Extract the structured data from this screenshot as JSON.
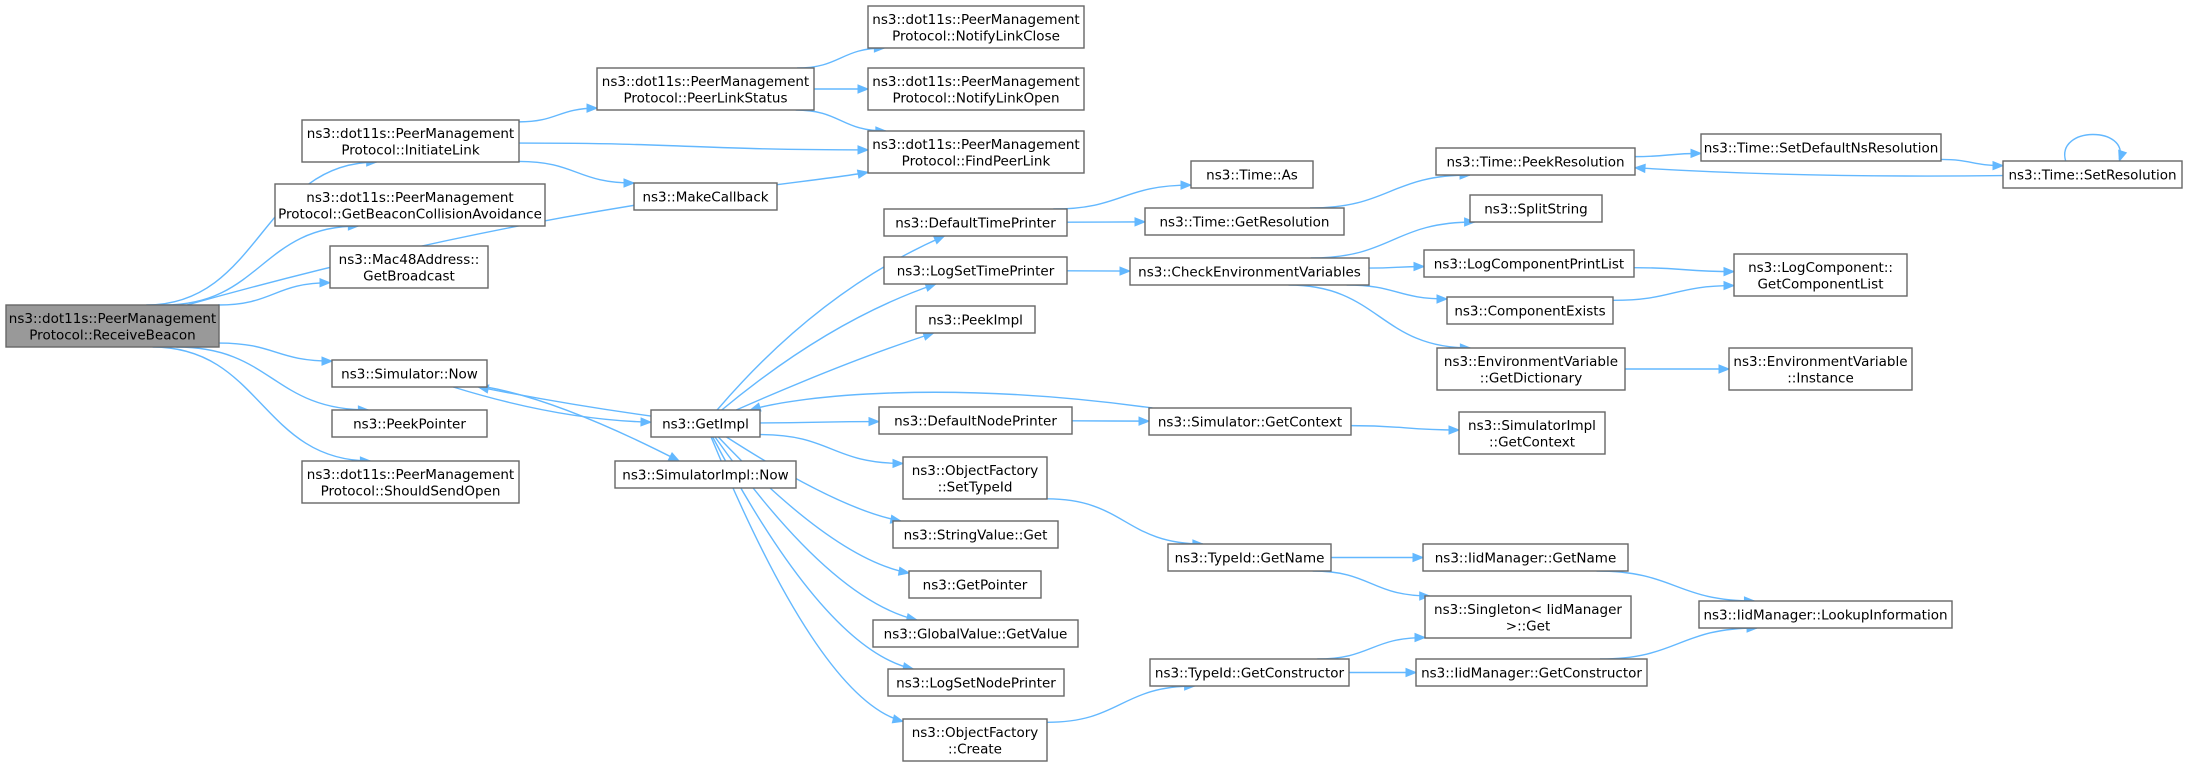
{
  "colors": {
    "edge": "#63b8ff",
    "node_border": "#666666",
    "node_fill": "#ffffff",
    "root_fill": "#999999"
  },
  "nodes": [
    {
      "id": "root",
      "lines": [
        "ns3::dot11s::PeerManagement",
        "Protocol::ReceiveBeacon"
      ],
      "root": true
    },
    {
      "id": "initiateLink",
      "lines": [
        "ns3::dot11s::PeerManagement",
        "Protocol::InitiateLink"
      ]
    },
    {
      "id": "getBeaconCollision",
      "lines": [
        "ns3::dot11s::PeerManagement",
        "Protocol::GetBeaconCollisionAvoidance"
      ]
    },
    {
      "id": "getBroadcast",
      "lines": [
        "ns3::Mac48Address::",
        "GetBroadcast"
      ]
    },
    {
      "id": "simNow",
      "lines": [
        "ns3::Simulator::Now"
      ]
    },
    {
      "id": "peekPointer",
      "lines": [
        "ns3::PeekPointer"
      ]
    },
    {
      "id": "shouldSendOpen",
      "lines": [
        "ns3::dot11s::PeerManagement",
        "Protocol::ShouldSendOpen"
      ]
    },
    {
      "id": "peerLinkStatus",
      "lines": [
        "ns3::dot11s::PeerManagement",
        "Protocol::PeerLinkStatus"
      ]
    },
    {
      "id": "makeCallback",
      "lines": [
        "ns3::MakeCallback"
      ]
    },
    {
      "id": "findPeerLink",
      "lines": [
        "ns3::dot11s::PeerManagement",
        "Protocol::FindPeerLink"
      ]
    },
    {
      "id": "notifyClose",
      "lines": [
        "ns3::dot11s::PeerManagement",
        "Protocol::NotifyLinkClose"
      ]
    },
    {
      "id": "notifyOpen",
      "lines": [
        "ns3::dot11s::PeerManagement",
        "Protocol::NotifyLinkOpen"
      ]
    },
    {
      "id": "getImpl",
      "lines": [
        "ns3::GetImpl"
      ]
    },
    {
      "id": "simImplNow",
      "lines": [
        "ns3::SimulatorImpl::Now"
      ]
    },
    {
      "id": "defaultTimePrinter",
      "lines": [
        "ns3::DefaultTimePrinter"
      ]
    },
    {
      "id": "logSetTimePrinter",
      "lines": [
        "ns3::LogSetTimePrinter"
      ]
    },
    {
      "id": "peekImpl",
      "lines": [
        "ns3::PeekImpl"
      ]
    },
    {
      "id": "defaultNodePrinter",
      "lines": [
        "ns3::DefaultNodePrinter"
      ]
    },
    {
      "id": "ofSetTypeId",
      "lines": [
        "ns3::ObjectFactory",
        "::SetTypeId"
      ]
    },
    {
      "id": "stringValueGet",
      "lines": [
        "ns3::StringValue::Get"
      ]
    },
    {
      "id": "getPointer",
      "lines": [
        "ns3::GetPointer"
      ]
    },
    {
      "id": "globalValueGetValue",
      "lines": [
        "ns3::GlobalValue::GetValue"
      ]
    },
    {
      "id": "logSetNodePrinter",
      "lines": [
        "ns3::LogSetNodePrinter"
      ]
    },
    {
      "id": "ofCreate",
      "lines": [
        "ns3::ObjectFactory",
        "::Create"
      ]
    },
    {
      "id": "timeAs",
      "lines": [
        "ns3::Time::As"
      ]
    },
    {
      "id": "timeGetResolution",
      "lines": [
        "ns3::Time::GetResolution"
      ]
    },
    {
      "id": "checkEnv",
      "lines": [
        "ns3::CheckEnvironmentVariables"
      ]
    },
    {
      "id": "simGetContext",
      "lines": [
        "ns3::Simulator::GetContext"
      ]
    },
    {
      "id": "typeIdGetName",
      "lines": [
        "ns3::TypeId::GetName"
      ]
    },
    {
      "id": "typeIdGetConstructor",
      "lines": [
        "ns3::TypeId::GetConstructor"
      ]
    },
    {
      "id": "timePeekResolution",
      "lines": [
        "ns3::Time::PeekResolution"
      ]
    },
    {
      "id": "splitString",
      "lines": [
        "ns3::SplitString"
      ]
    },
    {
      "id": "logComponentPrintList",
      "lines": [
        "ns3::LogComponentPrintList"
      ]
    },
    {
      "id": "componentExists",
      "lines": [
        "ns3::ComponentExists"
      ]
    },
    {
      "id": "envGetDictionary",
      "lines": [
        "ns3::EnvironmentVariable",
        "::GetDictionary"
      ]
    },
    {
      "id": "simImplGetContext",
      "lines": [
        "ns3::SimulatorImpl",
        "::GetContext"
      ]
    },
    {
      "id": "iidGetName",
      "lines": [
        "ns3::IidManager::GetName"
      ]
    },
    {
      "id": "singletonGet",
      "lines": [
        "ns3::Singleton< IidManager",
        " >::Get"
      ]
    },
    {
      "id": "iidGetConstructor",
      "lines": [
        "ns3::IidManager::GetConstructor"
      ]
    },
    {
      "id": "timeSetDefaultNs",
      "lines": [
        "ns3::Time::SetDefaultNsResolution"
      ]
    },
    {
      "id": "logComponentGetList",
      "lines": [
        "ns3::LogComponent::",
        "GetComponentList"
      ]
    },
    {
      "id": "envInstance",
      "lines": [
        "ns3::EnvironmentVariable",
        "::Instance"
      ]
    },
    {
      "id": "iidLookup",
      "lines": [
        "ns3::IidManager::LookupInformation"
      ]
    },
    {
      "id": "timeSetResolution",
      "lines": [
        "ns3::Time::SetResolution"
      ]
    }
  ],
  "edges": [
    [
      "root",
      "initiateLink"
    ],
    [
      "root",
      "getBeaconCollision"
    ],
    [
      "root",
      "getBroadcast"
    ],
    [
      "root",
      "findPeerLink"
    ],
    [
      "root",
      "simNow"
    ],
    [
      "root",
      "peekPointer"
    ],
    [
      "root",
      "shouldSendOpen"
    ],
    [
      "initiateLink",
      "peerLinkStatus"
    ],
    [
      "initiateLink",
      "findPeerLink"
    ],
    [
      "initiateLink",
      "makeCallback"
    ],
    [
      "peerLinkStatus",
      "notifyClose"
    ],
    [
      "peerLinkStatus",
      "notifyOpen"
    ],
    [
      "peerLinkStatus",
      "findPeerLink"
    ],
    [
      "simNow",
      "getImpl"
    ],
    [
      "simNow",
      "simImplNow"
    ],
    [
      "getImpl",
      "defaultTimePrinter"
    ],
    [
      "getImpl",
      "logSetTimePrinter"
    ],
    [
      "getImpl",
      "peekImpl"
    ],
    [
      "getImpl",
      "defaultNodePrinter"
    ],
    [
      "getImpl",
      "ofSetTypeId"
    ],
    [
      "getImpl",
      "stringValueGet"
    ],
    [
      "getImpl",
      "getPointer"
    ],
    [
      "getImpl",
      "globalValueGetValue"
    ],
    [
      "getImpl",
      "logSetNodePrinter"
    ],
    [
      "getImpl",
      "ofCreate"
    ],
    [
      "getImpl",
      "simNow"
    ],
    [
      "simGetContext",
      "getImpl"
    ],
    [
      "defaultTimePrinter",
      "timeAs"
    ],
    [
      "defaultTimePrinter",
      "timeGetResolution"
    ],
    [
      "logSetTimePrinter",
      "checkEnv"
    ],
    [
      "defaultNodePrinter",
      "simGetContext"
    ],
    [
      "simGetContext",
      "simImplGetContext"
    ],
    [
      "ofSetTypeId",
      "typeIdGetName"
    ],
    [
      "ofCreate",
      "typeIdGetConstructor"
    ],
    [
      "timeGetResolution",
      "timePeekResolution"
    ],
    [
      "checkEnv",
      "splitString"
    ],
    [
      "checkEnv",
      "logComponentPrintList"
    ],
    [
      "checkEnv",
      "componentExists"
    ],
    [
      "checkEnv",
      "envGetDictionary"
    ],
    [
      "typeIdGetName",
      "iidGetName"
    ],
    [
      "typeIdGetName",
      "singletonGet"
    ],
    [
      "typeIdGetConstructor",
      "singletonGet"
    ],
    [
      "typeIdGetConstructor",
      "iidGetConstructor"
    ],
    [
      "timePeekResolution",
      "timeSetDefaultNs"
    ],
    [
      "timeSetDefaultNs",
      "timeSetResolution"
    ],
    [
      "timeSetResolution",
      "timePeekResolution"
    ],
    [
      "timeSetResolution",
      "timeSetResolution"
    ],
    [
      "logComponentPrintList",
      "logComponentGetList"
    ],
    [
      "componentExists",
      "logComponentGetList"
    ],
    [
      "envGetDictionary",
      "envInstance"
    ],
    [
      "iidGetName",
      "iidLookup"
    ],
    [
      "iidGetConstructor",
      "iidLookup"
    ]
  ]
}
